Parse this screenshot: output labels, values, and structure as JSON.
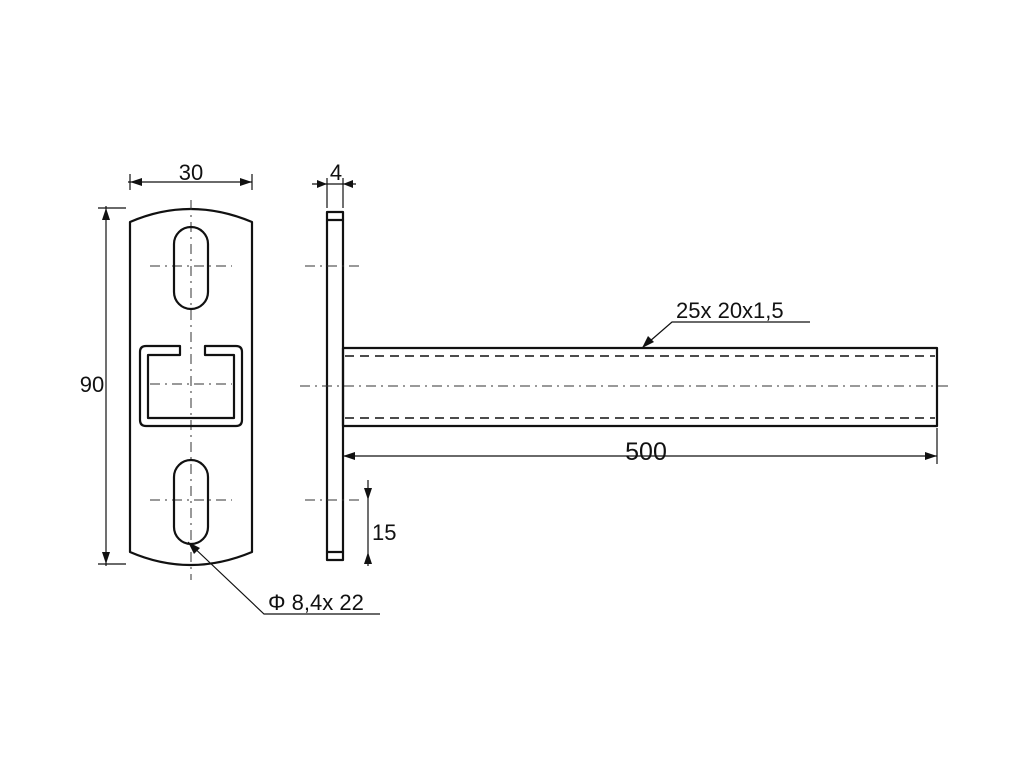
{
  "dimensions": {
    "plate_width": "30",
    "plate_height": "90",
    "plate_thickness": "4",
    "slot_spacing": "15",
    "arm_length": "500",
    "arm_profile": "25x 20x1,5",
    "slot_size": "Φ 8,4x 22"
  }
}
